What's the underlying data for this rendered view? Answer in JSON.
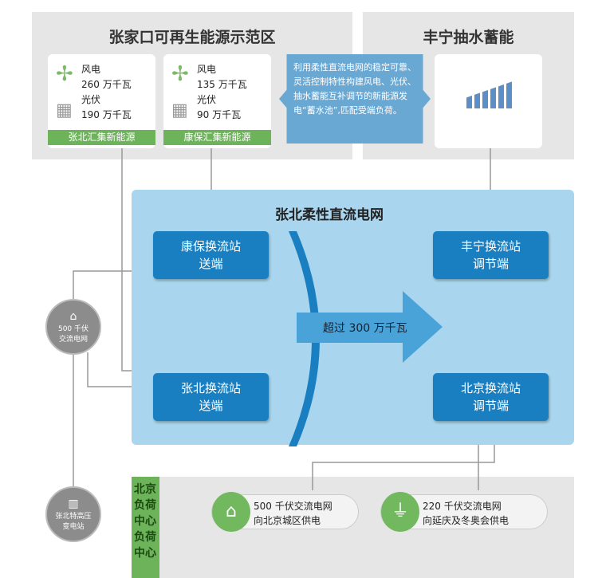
{
  "zhangjiakou": {
    "title": "张家口可再生能源示范区",
    "cards": [
      {
        "wind_label": "风电",
        "wind_value": "260 万千瓦",
        "pv_label": "光伏",
        "pv_value": "190 万千瓦",
        "footer": "张北汇集新能源"
      },
      {
        "wind_label": "风电",
        "wind_value": "135 万千瓦",
        "pv_label": "光伏",
        "pv_value": "90 万千瓦",
        "footer": "康保汇集新能源"
      }
    ]
  },
  "callout": "利用柔性直流电网的稳定可靠、灵活控制特性构建风电、光伏、抽水蓄能互补调节的新能源发电“蓄水池”,匹配受端负荷。",
  "fengning": {
    "title": "丰宁抽水蓄能"
  },
  "grid": {
    "title": "张北柔性直流电网",
    "stations": [
      {
        "name": "康保换流站",
        "role": "送端"
      },
      {
        "name": "丰宁换流站",
        "role": "调节端"
      },
      {
        "name": "张北换流站",
        "role": "送端"
      },
      {
        "name": "北京换流站",
        "role": "调节端"
      }
    ],
    "flow": "超过 300 万千瓦"
  },
  "ac500": {
    "line1": "500 千伏",
    "line2": "交流电网"
  },
  "uhv": {
    "line1": "张北特高压",
    "line2": "变电站"
  },
  "load_center": {
    "label": "北京负荷中心负荷中心",
    "items": [
      {
        "line1": "500 千伏交流电网",
        "line2": "向北京城区供电"
      },
      {
        "line1": "220 千伏交流电网",
        "line2": "向延庆及冬奥会供电"
      }
    ]
  },
  "colors": {
    "green": "#6db35a",
    "blue": "#1a7fc0",
    "light_blue": "#a9d6ee",
    "gray": "#e6e6e6"
  }
}
